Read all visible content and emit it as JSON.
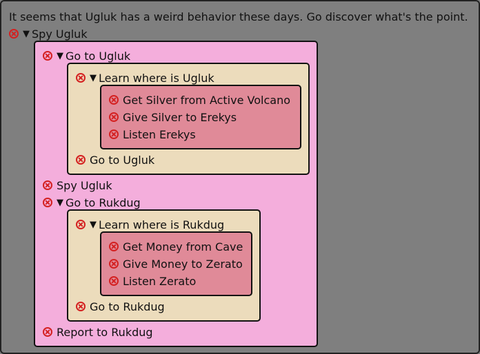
{
  "intro_text": "It seems that Ugluk has a weird behavior these days. Go discover what's the point.",
  "colors": {
    "background": "#7f7f7f",
    "level1_box": "#f4aedc",
    "level2_box": "#ecdcbc",
    "level3_box": "#e08a98",
    "remove_icon": "#d42020"
  },
  "quest": {
    "label": "Spy Ugluk",
    "steps": [
      {
        "label": "Go to Ugluk",
        "sub": {
          "label": "Learn where is Ugluk",
          "items": [
            "Get Silver from Active Volcano",
            "Give Silver to Erekys",
            "Listen Erekys"
          ]
        },
        "final": "Go to Ugluk"
      },
      {
        "label": "Spy Ugluk"
      },
      {
        "label": "Go to Rukdug",
        "sub": {
          "label": "Learn where is Rukdug",
          "items": [
            "Get Money from Cave",
            "Give Money to Zerato",
            "Listen Zerato"
          ]
        },
        "final": "Go to Rukdug"
      },
      {
        "label": "Report to Rukdug"
      }
    ]
  }
}
